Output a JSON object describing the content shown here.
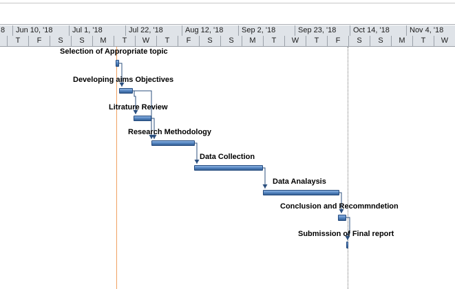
{
  "timescale": {
    "top_tier": [
      "8",
      "Jun 10, '18",
      "Jul 1, '18",
      "Jul 22, '18",
      "Aug 12, '18",
      "Sep 2, '18",
      "Sep 23, '18",
      "Oct 14, '18",
      "Nov 4, '18"
    ],
    "bottom_tier": [
      "T",
      "F",
      "S",
      "S",
      "M",
      "T",
      "W",
      "T",
      "F",
      "S",
      "S",
      "M",
      "T",
      "W",
      "T",
      "F",
      "S",
      "S",
      "M",
      "T",
      "W"
    ]
  },
  "tasks": [
    {
      "name": "Selection of Appropriate topic"
    },
    {
      "name": "Developing aims Objectives"
    },
    {
      "name": "Litrature Review"
    },
    {
      "name": "Research Methodology"
    },
    {
      "name": "Data Collection"
    },
    {
      "name": "Data Analaysis"
    },
    {
      "name": "Conclusion and Recommndetion"
    },
    {
      "name": "Submission of Final report"
    }
  ],
  "colors": {
    "bar_fill": "#4f81bd",
    "bar_border": "#23497d",
    "link_line": "#2b4f7e",
    "today_line": "#f0a060",
    "timescale_bg": "#dfe3e8"
  }
}
